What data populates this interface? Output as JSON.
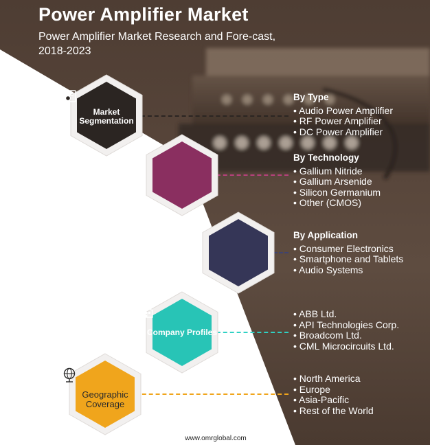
{
  "header": {
    "title": "Power Amplifier Market",
    "subtitle": "Power Amplifier Market Research and Fore-cast, 2018-2023"
  },
  "hexagons": [
    {
      "label": "Market Segmentation",
      "icon": "document-magnifier-icon",
      "color": "#2b2522"
    },
    {
      "label": "",
      "icon": "",
      "color": "#8a2f60"
    },
    {
      "label": "",
      "icon": "",
      "color": "#353657"
    },
    {
      "label": "Company Profiles",
      "icon": "building-icon",
      "color": "#28c4b6"
    },
    {
      "label": "Geographic Coverage",
      "icon": "globe-pin-icon",
      "color": "#f0a51c"
    }
  ],
  "segments": [
    {
      "heading": "By Type",
      "items": [
        "Audio Power Amplifier",
        "RF Power Amplifier",
        "DC Power Amplifier"
      ]
    },
    {
      "heading": "By Technology",
      "items": [
        "Gallium Nitride",
        "Gallium Arsenide",
        "Silicon Germanium",
        "Other (CMOS)"
      ]
    },
    {
      "heading": "By Application",
      "items": [
        "Consumer Electronics",
        "Smartphone and Tablets",
        "Audio Systems"
      ]
    },
    {
      "heading": "",
      "items": [
        "ABB Ltd.",
        "API Technologies Corp.",
        "Broadcom Ltd.",
        "CML Microcircuits Ltd."
      ]
    },
    {
      "heading": "",
      "items": [
        "North America",
        "Europe",
        "Asia-Pacific",
        "Rest of the World"
      ]
    }
  ],
  "connector_colors": [
    "#2b2522",
    "#b8417e",
    "#3f4370",
    "#2fd1c4",
    "#f0a51c"
  ],
  "footer": {
    "url": "www.omrglobal.com"
  }
}
